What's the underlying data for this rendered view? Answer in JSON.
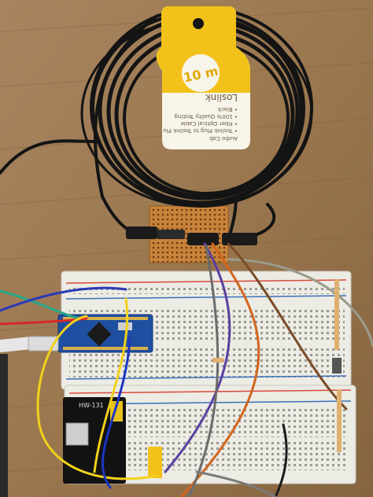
{
  "photo": {
    "subject": "Arduino Nano on breadboards with audio cable coil",
    "colors": {
      "table": "#9c7a55",
      "table_dark": "#6e5236",
      "cable": "#141414",
      "tag_yellow": "#f2c21a",
      "breadboard": "#ecebe4",
      "rail_red": "#d84a3a",
      "rail_blue": "#3a6fb8",
      "arduino_blue": "#1f4fa0",
      "perfboard": "#c8833a"
    }
  },
  "cable_tag": {
    "length_label": "10 m",
    "product_lines": [
      "Audio Cab",
      "• Toslink Plug to Toslink Plu",
      "• Fiber Optical Cable",
      "• 100% Quality Testing",
      "• Black"
    ],
    "brand_fragment": "Loslink"
  },
  "power_module": {
    "label": "HW-131"
  }
}
